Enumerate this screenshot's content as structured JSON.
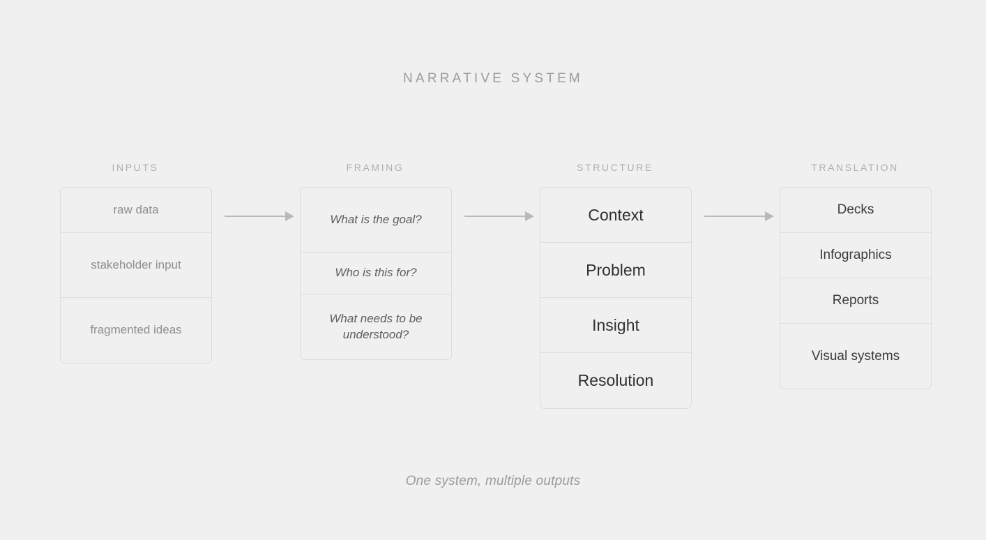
{
  "title": "NARRATIVE SYSTEM",
  "caption": "One system, multiple outputs",
  "colors": {
    "background": "#eff0ef",
    "border": "#dcdddc",
    "title": "#9a9c9b",
    "header": "#adb0ae",
    "inputs_text": "#8d908e",
    "framing_text": "#5c5f5e",
    "structure_text": "#2f3130",
    "translation_text": "#3a3c3b",
    "arrow": "#b9bbba"
  },
  "columns": [
    {
      "header": "INPUTS",
      "items": [
        "raw data",
        "stakeholder input",
        "fragmented ideas"
      ]
    },
    {
      "header": "FRAMING",
      "items": [
        "What is the goal?",
        "Who is this for?",
        "What needs to be understood?"
      ]
    },
    {
      "header": "STRUCTURE",
      "items": [
        "Context",
        "Problem",
        "Insight",
        "Resolution"
      ]
    },
    {
      "header": "TRANSLATION",
      "items": [
        "Decks",
        "Infographics",
        "Reports",
        "Visual systems"
      ]
    }
  ],
  "arrows": [
    {
      "name": "arrow-inputs-to-framing"
    },
    {
      "name": "arrow-framing-to-structure"
    },
    {
      "name": "arrow-structure-to-translation"
    }
  ]
}
